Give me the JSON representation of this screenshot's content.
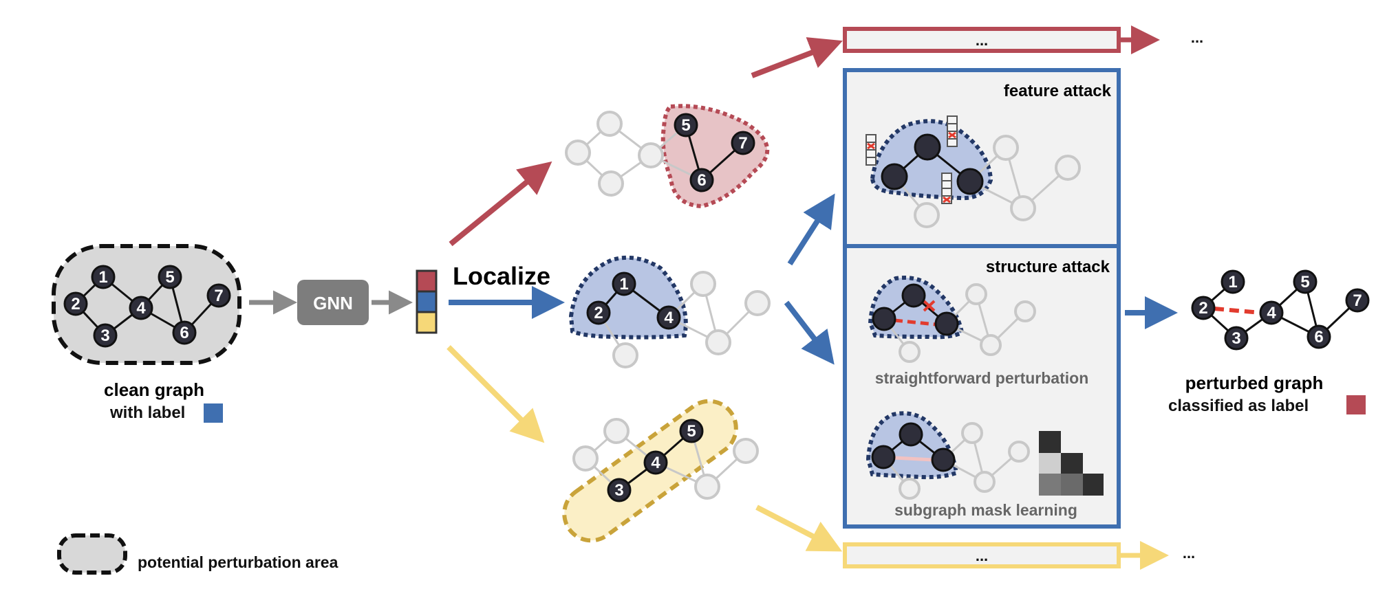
{
  "colors": {
    "red": "#b54a55",
    "blue": "#3f6fb0",
    "yellow": "#f6d878",
    "grey_arrow": "#8a8a8a",
    "node_dark": "#2e2e3a",
    "node_light": "#d9d9d9",
    "area_fill": "#d8d8d8",
    "red_area": "#e7c3c6",
    "blue_area": "#b8c5e3",
    "yellow_area": "#fbefc6",
    "box_fill": "#f2f2f2"
  },
  "clean_graph": {
    "title": "clean graph",
    "subtitle": "with label",
    "nodes": [
      "1",
      "2",
      "3",
      "4",
      "5",
      "6",
      "7"
    ]
  },
  "gnn_label": "GNN",
  "localize_label": "Localize",
  "subgraph_red": {
    "nodes": [
      "5",
      "6",
      "7"
    ]
  },
  "subgraph_blue": {
    "nodes": [
      "1",
      "2",
      "4"
    ]
  },
  "subgraph_yellow": {
    "nodes": [
      "3",
      "4",
      "5"
    ]
  },
  "top_box_label": "...",
  "top_ellipsis": "...",
  "bottom_box_label": "...",
  "bottom_ellipsis": "...",
  "feature_attack": {
    "title": "feature attack"
  },
  "structure_attack": {
    "title": "structure attack",
    "method1": "straightforward perturbation",
    "method2": "subgraph mask learning"
  },
  "perturbed_graph": {
    "title": "perturbed graph",
    "subtitle": "classified as  label",
    "nodes": [
      "1",
      "2",
      "3",
      "4",
      "5",
      "6",
      "7"
    ]
  },
  "legend": {
    "label": "potential perturbation area"
  }
}
